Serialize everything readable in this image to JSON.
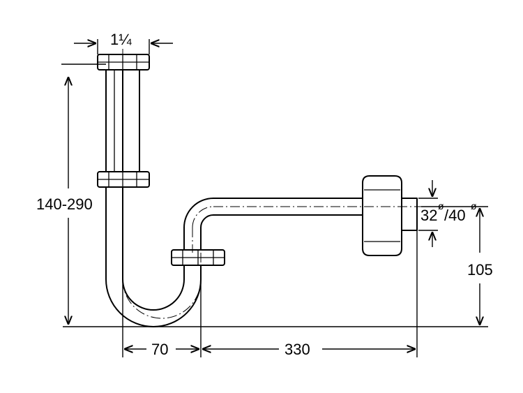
{
  "dimensions": {
    "inlet_size": "1¼",
    "height_range": "140-290",
    "offset_bend": "70",
    "length": "330",
    "height_outlet": "105",
    "outlet_diam_a": "32",
    "outlet_diam_b": "/40",
    "diameter_symbol": "ø"
  }
}
